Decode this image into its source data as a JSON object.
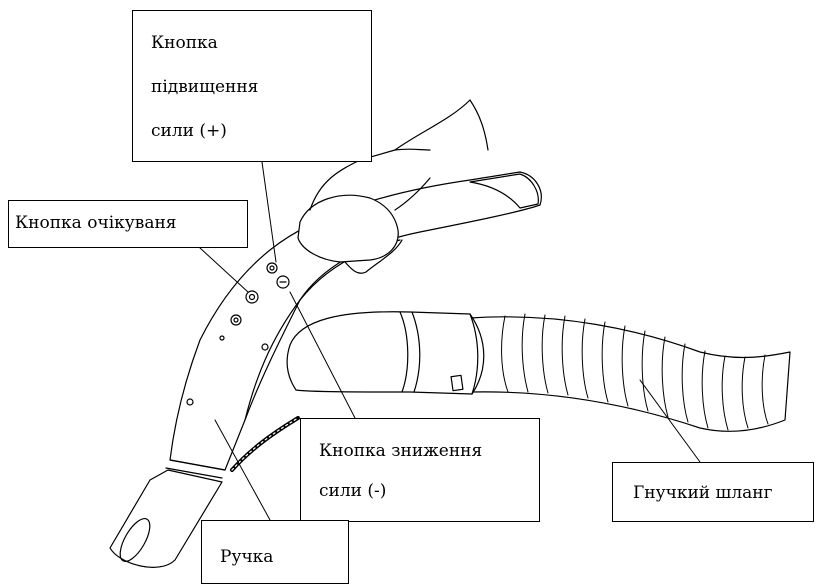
{
  "labels": {
    "power_up": [
      "Кнопка",
      "підвищення",
      "сили (+)"
    ],
    "standby": "Кнопка очікуваня",
    "power_down": [
      "Кнопка зниження",
      "сили (-)"
    ],
    "flexible_hose": "Гнучкий шланг",
    "handle": "Ручка"
  }
}
